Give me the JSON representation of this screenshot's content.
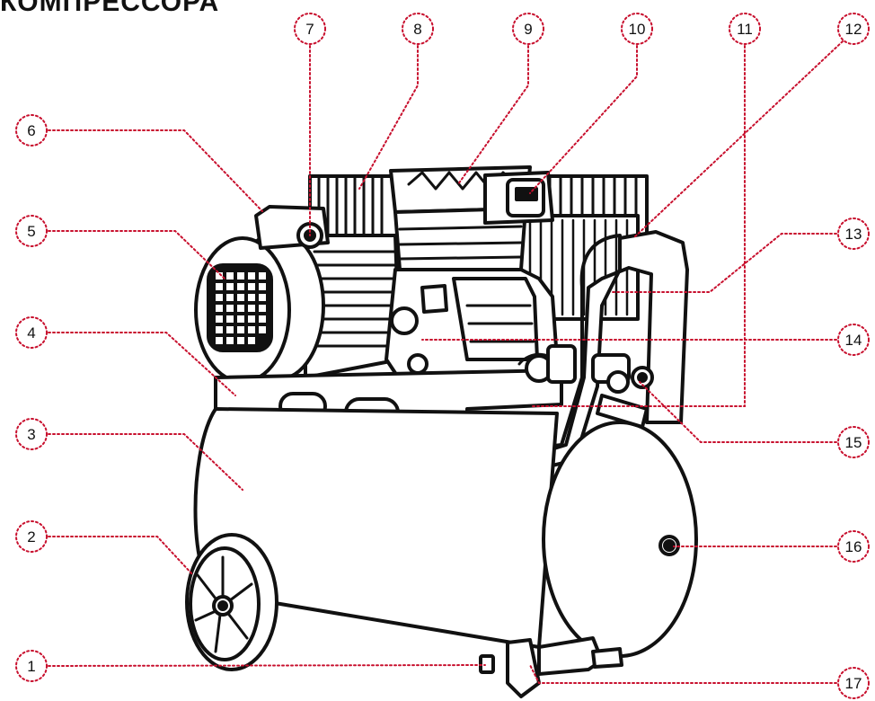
{
  "title": "КОМПРЕССОРА",
  "colors": {
    "callout": "#c8102e",
    "outline": "#111111",
    "fill": "#ffffff"
  },
  "callouts": [
    {
      "id": "c1",
      "label": "1"
    },
    {
      "id": "c2",
      "label": "2"
    },
    {
      "id": "c3",
      "label": "3"
    },
    {
      "id": "c4",
      "label": "4"
    },
    {
      "id": "c5",
      "label": "5"
    },
    {
      "id": "c6",
      "label": "6"
    },
    {
      "id": "c7",
      "label": "7"
    },
    {
      "id": "c8",
      "label": "8"
    },
    {
      "id": "c9",
      "label": "9"
    },
    {
      "id": "c10",
      "label": "10"
    },
    {
      "id": "c11",
      "label": "11"
    },
    {
      "id": "c12",
      "label": "12"
    },
    {
      "id": "c13",
      "label": "13"
    },
    {
      "id": "c14",
      "label": "14"
    },
    {
      "id": "c15",
      "label": "15"
    },
    {
      "id": "c16",
      "label": "16"
    },
    {
      "id": "c17",
      "label": "17"
    }
  ]
}
